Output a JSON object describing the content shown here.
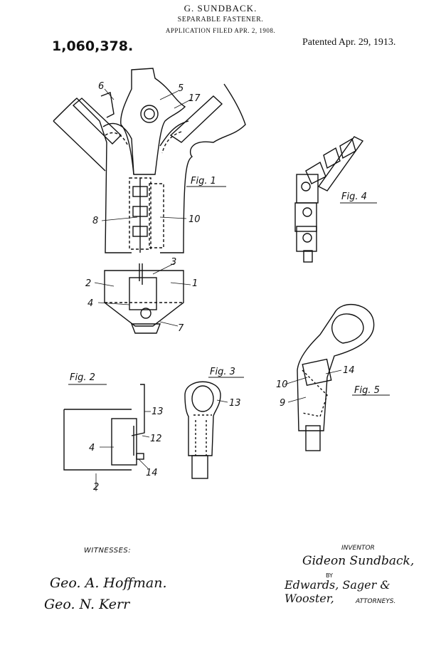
{
  "header": {
    "inventor_name": "G. SUNDBACK.",
    "title": "SEPARABLE FASTENER.",
    "application": "APPLICATION FILED APR. 2, 1908.",
    "patent_number": "1,060,378.",
    "patented": "Patented Apr. 29, 1913."
  },
  "figures": {
    "fig1": "Fig. 1",
    "fig2": "Fig. 2",
    "fig3": "Fig. 3",
    "fig4": "Fig. 4",
    "fig5": "Fig. 5"
  },
  "refs": {
    "r1": "1",
    "r2": "2",
    "r3": "3",
    "r4": "4",
    "r5": "5",
    "r6": "6",
    "r7": "7",
    "r8": "8",
    "r9": "9",
    "r10": "10",
    "r12": "12",
    "r13": "13",
    "r14": "14",
    "r17": "17"
  },
  "footer": {
    "witnesses_label": "WITNESSES:",
    "witness_1": "Geo. A. Hoffman.",
    "witness_2": "Geo. N. Kerr",
    "inventor_label": "INVENTOR",
    "inventor_signature": "Gideon Sundback,",
    "by": "BY",
    "attorneys_signature": "Edwards, Sager & Wooster,",
    "attorneys_label": "ATTORNEYS."
  }
}
